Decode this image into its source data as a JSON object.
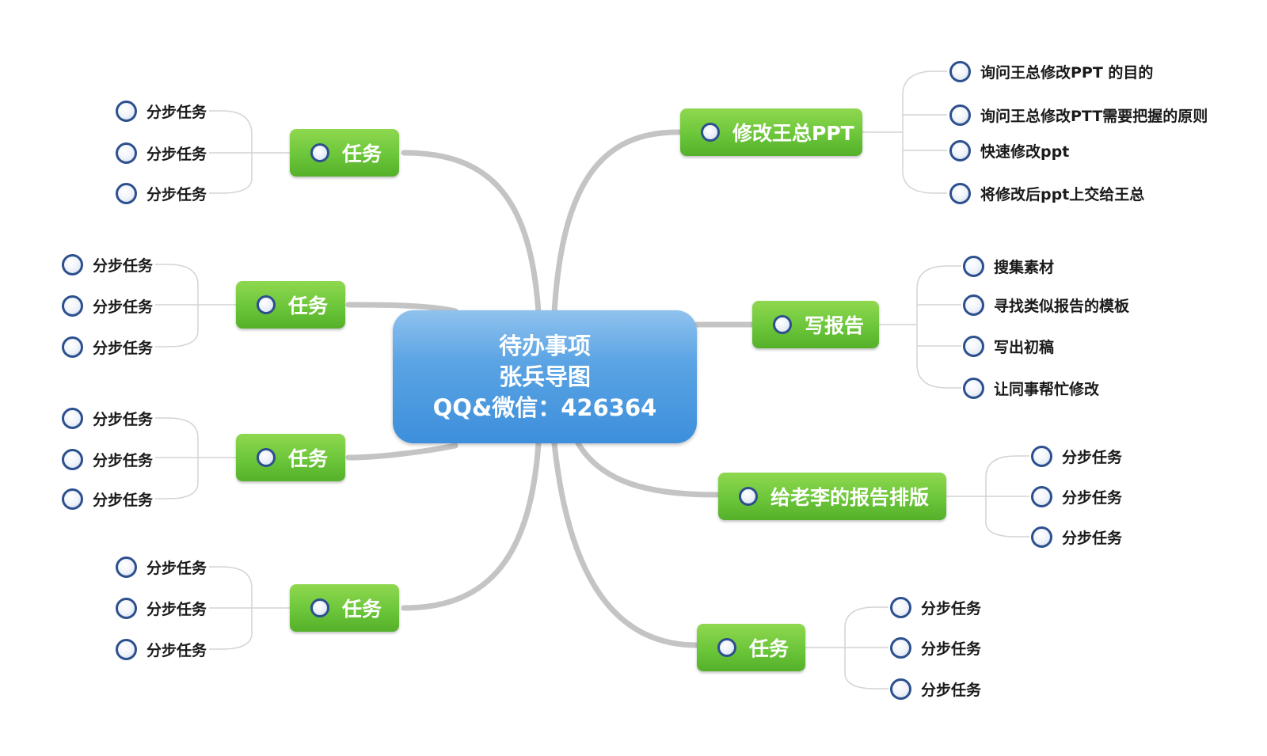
{
  "central": {
    "line1": "待办事项",
    "line2": "张兵导图",
    "line3": "QQ&微信：426364"
  },
  "colors": {
    "central": "#4a98df",
    "branch": "#6cc63a",
    "connector": "#c4c4c4",
    "node_ring": "#2c4f8e"
  },
  "right_branches": [
    {
      "label": "修改王总PPT",
      "children": [
        "询问王总修改PPT 的目的",
        "询问王总修改PTT需要把握的原则",
        "快速修改ppt",
        "将修改后ppt上交给王总"
      ]
    },
    {
      "label": "写报告",
      "children": [
        "搜集素材",
        "寻找类似报告的模板",
        "写出初稿",
        "让同事帮忙修改"
      ]
    },
    {
      "label": "给老李的报告排版",
      "children": [
        "分步任务",
        "分步任务",
        "分步任务"
      ]
    },
    {
      "label": "任务",
      "children": [
        "分步任务",
        "分步任务",
        "分步任务"
      ]
    }
  ],
  "left_branches": [
    {
      "label": "任务",
      "children": [
        "分步任务",
        "分步任务",
        "分步任务"
      ]
    },
    {
      "label": "任务",
      "children": [
        "分步任务",
        "分步任务",
        "分步任务"
      ]
    },
    {
      "label": "任务",
      "children": [
        "分步任务",
        "分步任务",
        "分步任务"
      ]
    },
    {
      "label": "任务",
      "children": [
        "分步任务",
        "分步任务",
        "分步任务"
      ]
    }
  ]
}
